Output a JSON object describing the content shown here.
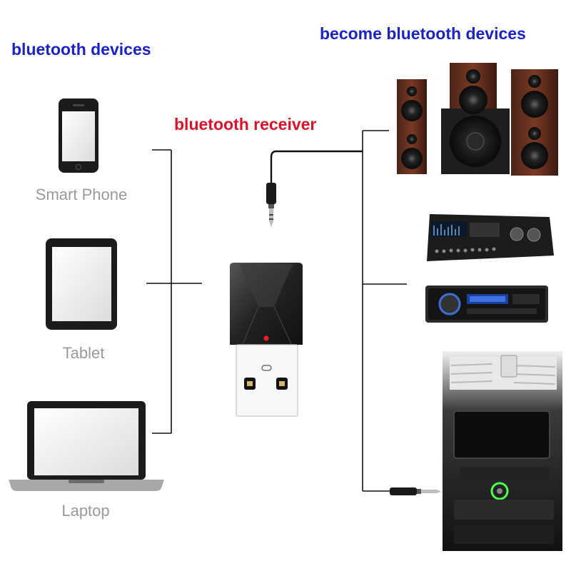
{
  "headings": {
    "left": "bluetooth devices",
    "right": "become bluetooth devices",
    "receiver": "bluetooth receiver"
  },
  "source_devices": [
    {
      "label": "Smart Phone",
      "icon": "smartphone-icon"
    },
    {
      "label": "Tablet",
      "icon": "tablet-icon"
    },
    {
      "label": "Laptop",
      "icon": "laptop-icon"
    }
  ],
  "output_devices": [
    {
      "icon": "speaker-system-icon"
    },
    {
      "icon": "amplifier-icon"
    },
    {
      "icon": "car-stereo-icon"
    },
    {
      "icon": "car-dashboard-icon"
    }
  ],
  "colors": {
    "heading_blue": "#1a22c8",
    "heading_red": "#e0102a",
    "label_gray": "#9a9a9a",
    "line": "#111111"
  }
}
